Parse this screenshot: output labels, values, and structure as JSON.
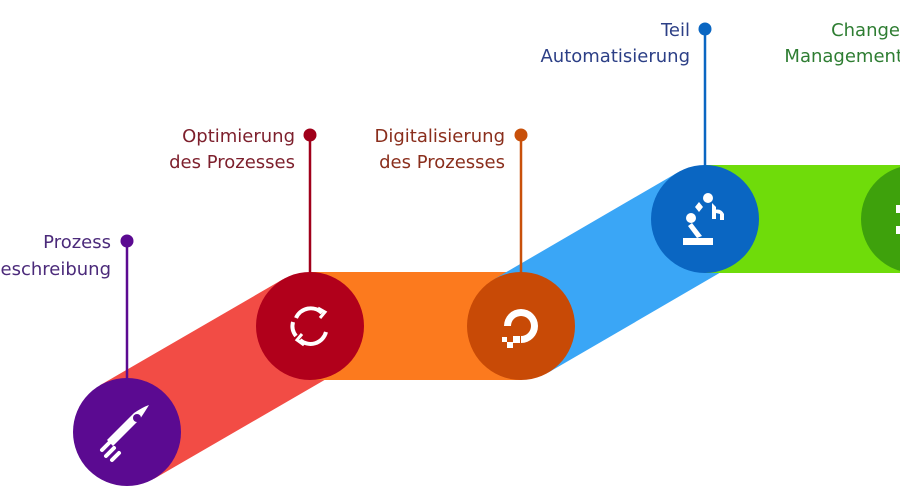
{
  "steps": [
    {
      "line1": "Prozess",
      "line2": "Beschreibung",
      "icon": "rocket-icon",
      "text_color": "#4b2a7a",
      "accent": "#5b0a91"
    },
    {
      "line1": "Optimierung",
      "line2": "des Prozesses",
      "icon": "refresh-cycle-icon",
      "text_color": "#7d1f2c",
      "accent": "#b1001b"
    },
    {
      "line1": "Digitalisierung",
      "line2": "des Prozesses",
      "icon": "digital-ocean-icon",
      "text_color": "#8a2e1c",
      "accent": "#c84a06"
    },
    {
      "line1": "Teil",
      "line2": "Automatisierung",
      "icon": "robot-arm-icon",
      "text_color": "#2c3f86",
      "accent": "#0a66c2"
    },
    {
      "line1": "Change",
      "line2": "Management",
      "icon": "change-icon",
      "text_color": "#2e7d32",
      "accent": "#3ea10c"
    }
  ],
  "band_colors": [
    "#f24c45",
    "#fc7a1e",
    "#3aa6f6",
    "#6fdc0a"
  ]
}
